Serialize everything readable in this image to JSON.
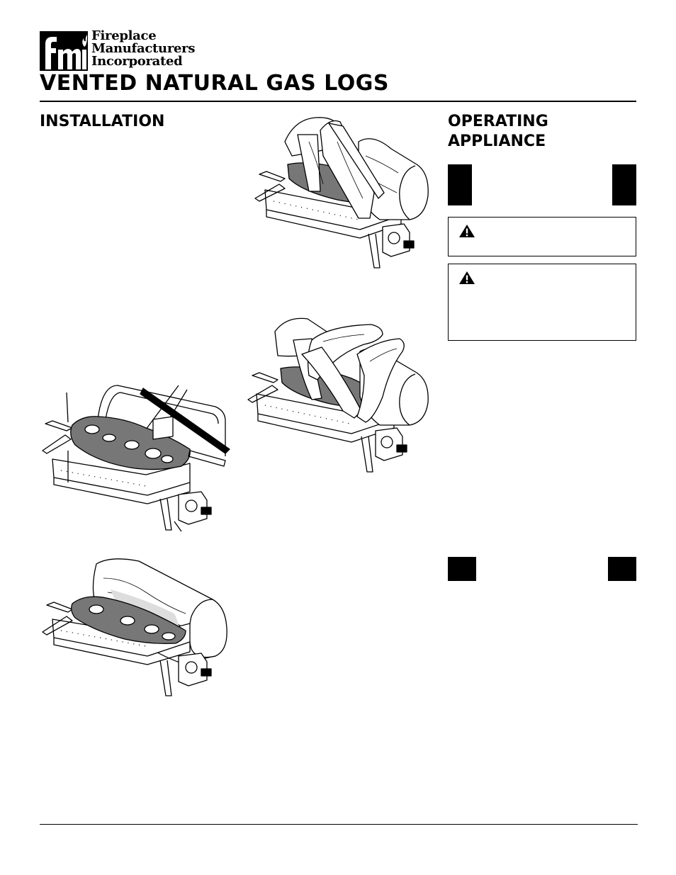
{
  "logo": {
    "mark": "fmi",
    "line1": "Fireplace",
    "line2": "Manufacturers",
    "line3": "Incorporated"
  },
  "title": "VENTED NATURAL GAS LOGS",
  "sections": {
    "installation": "INSTALLATION",
    "operating_line1": "OPERATING",
    "operating_line2": "APPLIANCE"
  },
  "icons": {
    "warning": "warning-triangle-icon"
  },
  "colors": {
    "ink": "#000000",
    "paper": "#ffffff"
  }
}
